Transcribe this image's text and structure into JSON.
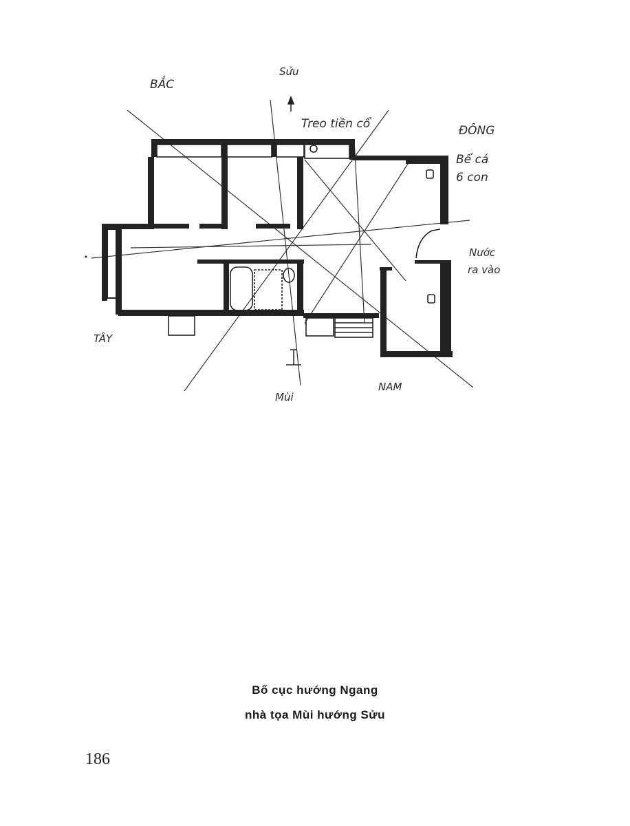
{
  "directions": {
    "north": "BẮC",
    "east": "ĐÔNG",
    "west": "TÂY",
    "south": "NAM",
    "suu": "Sửu",
    "mui": "Mùi"
  },
  "annotations": {
    "hang_coins": "Treo tiền cổ",
    "fish_tank_line1": "Bể cá",
    "fish_tank_line2": "6 con",
    "water_line1": "Nước",
    "water_line2": "ra vào"
  },
  "caption": {
    "line1": "Bố cục hướng Ngang",
    "line2": "nhà tọa Mùi hướng Sửu"
  },
  "page_number": "186"
}
